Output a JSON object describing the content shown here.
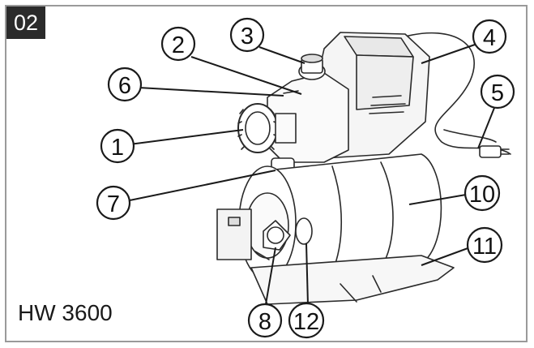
{
  "figure": {
    "number": "02",
    "model": "HW 3600"
  },
  "callouts": [
    {
      "label": "1"
    },
    {
      "label": "2"
    },
    {
      "label": "3"
    },
    {
      "label": "4"
    },
    {
      "label": "5"
    },
    {
      "label": "6"
    },
    {
      "label": "7"
    },
    {
      "label": "8"
    },
    {
      "label": "10"
    },
    {
      "label": "11"
    },
    {
      "label": "12"
    }
  ],
  "colors": {
    "line": "#1a1a1a",
    "badge": "#2b2b2b",
    "frame": "#9a9a9a"
  }
}
